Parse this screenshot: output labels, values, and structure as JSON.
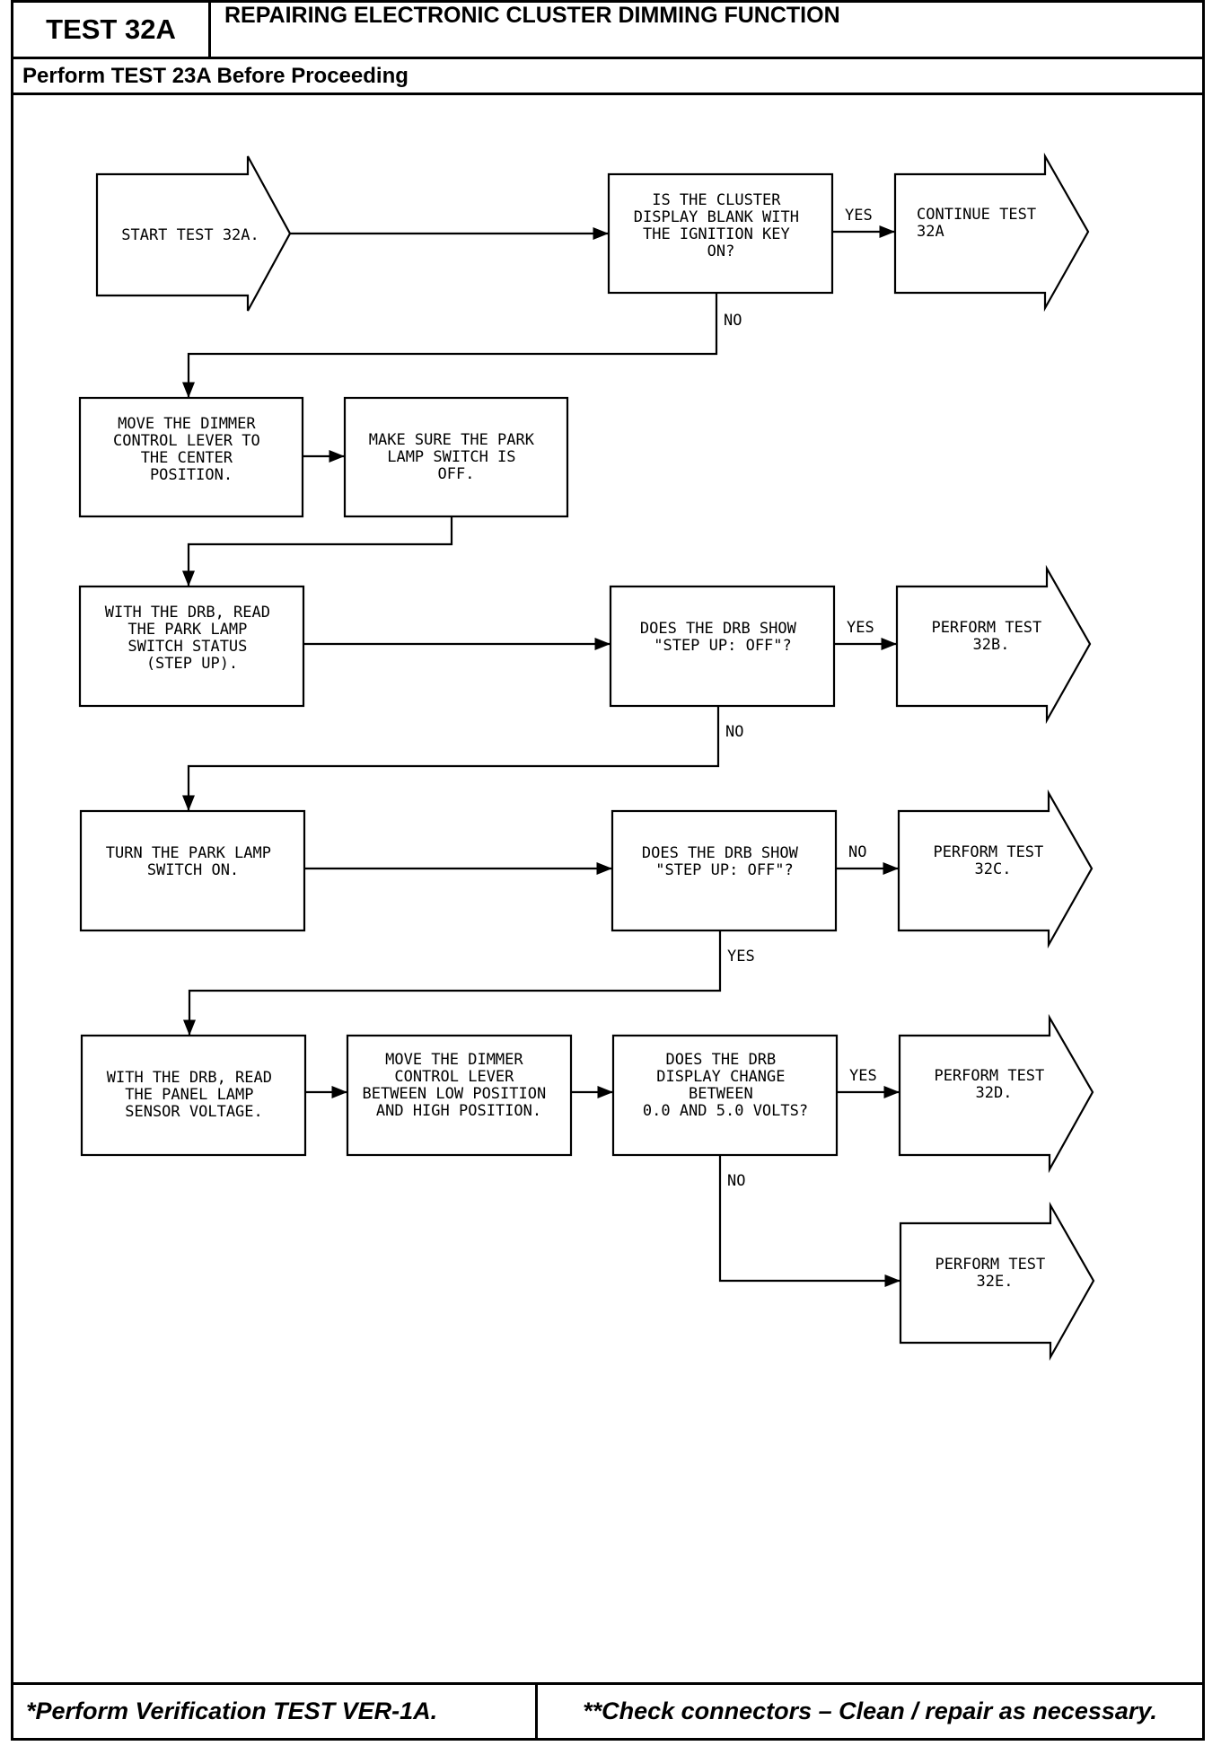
{
  "header": {
    "test_number": "TEST 32A",
    "title": "REPAIRING ELECTRONIC CLUSTER DIMMING FUNCTION",
    "subtitle": "Perform TEST 23A Before Proceeding"
  },
  "footer": {
    "left": "*Perform Verification TEST VER-1A.",
    "right": "**Check connectors – Clean / repair as necessary."
  },
  "nodes": {
    "start": [
      "START TEST 32A."
    ],
    "q1": [
      "IS THE CLUSTER",
      "DISPLAY BLANK WITH",
      "THE IGNITION KEY",
      "ON?"
    ],
    "continue": [
      "CONTINUE TEST",
      "32A"
    ],
    "move_center": [
      "MOVE THE DIMMER",
      "CONTROL LEVER TO",
      "THE CENTER",
      "POSITION."
    ],
    "park_off": [
      "MAKE SURE THE PARK",
      "LAMP SWITCH IS",
      "OFF."
    ],
    "read_park": [
      "WITH THE DRB, READ",
      "THE PARK LAMP",
      "SWITCH STATUS",
      "(STEP UP)."
    ],
    "q2": [
      "DOES THE DRB SHOW",
      "\"STEP UP: OFF\"?"
    ],
    "test32b": [
      "PERFORM TEST",
      "32B."
    ],
    "park_on": [
      "TURN THE PARK LAMP",
      "SWITCH ON."
    ],
    "q3": [
      "DOES THE DRB SHOW",
      "\"STEP UP: OFF\"?"
    ],
    "test32c": [
      "PERFORM TEST",
      "32C."
    ],
    "read_panel": [
      "WITH THE DRB, READ",
      "THE PANEL LAMP",
      "SENSOR VOLTAGE."
    ],
    "move_low_high": [
      "MOVE THE DIMMER",
      "CONTROL LEVER",
      "BETWEEN LOW POSITION",
      "AND HIGH POSITION."
    ],
    "q4": [
      "DOES THE DRB",
      "DISPLAY CHANGE",
      "BETWEEN",
      "0.0 AND 5.0 VOLTS?"
    ],
    "test32d": [
      "PERFORM TEST",
      "32D."
    ],
    "test32e": [
      "PERFORM TEST",
      "32E."
    ]
  },
  "edge_labels": {
    "q1_yes": "YES",
    "q1_no": "NO",
    "q2_yes": "YES",
    "q2_no": "NO",
    "q3_no": "NO",
    "q3_yes": "YES",
    "q4_yes": "YES",
    "q4_no": "NO"
  }
}
